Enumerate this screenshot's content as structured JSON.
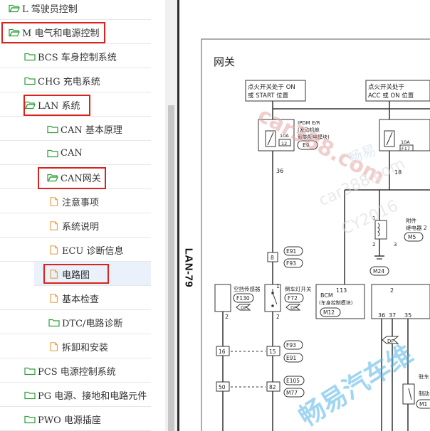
{
  "tree": {
    "items": [
      {
        "label": "L 驾驶员控制"
      },
      {
        "label": "M 电气和电源控制"
      },
      {
        "label": "BCS 车身控制系统"
      },
      {
        "label": "CHG 充电系统"
      },
      {
        "label": "LAN 系统"
      },
      {
        "label": "CAN 基本原理"
      },
      {
        "label": "CAN"
      },
      {
        "label": "CAN网关"
      },
      {
        "label": "注意事项"
      },
      {
        "label": "系统说明"
      },
      {
        "label": "ECU 诊断信息"
      },
      {
        "label": "电路图"
      },
      {
        "label": "基本检查"
      },
      {
        "label": "DTC/电路诊断"
      },
      {
        "label": "拆卸和安装"
      },
      {
        "label": "PCS 电源控制系统"
      },
      {
        "label": "PG 电源、接地和电路元件"
      },
      {
        "label": "PWO 电源插座"
      }
    ],
    "colors": {
      "folder": "#2e9e3a",
      "doc": "#e8a24a",
      "highlight": "#d9231d",
      "selected": "#eaf1fb"
    }
  },
  "page": {
    "page_number": "LAN-79",
    "title": "网关",
    "ign_box": [
      "点火开关处于 ON",
      "或 START 位置"
    ],
    "acc_box": [
      "点火开关处于",
      "ACC 或 ON 位置"
    ],
    "ipdm": {
      "lines": [
        "IPDM E/R",
        "(发动机舱",
        "智能配电模块)"
      ],
      "fuse": [
        "10A",
        "12"
      ],
      "conn": "E9",
      "pin": "36"
    },
    "fuse2": {
      "fuse": [
        "10A",
        "F17"
      ],
      "pin": "18"
    },
    "relay": {
      "lines": [
        "附件",
        "继电器 2"
      ],
      "conn": "M5",
      "pins": [
        "1",
        "2",
        "3"
      ],
      "conn2": "M24"
    },
    "bcm": {
      "pin": "113",
      "lines": [
        "BCM",
        "(车身控制模块)"
      ],
      "conn": "M12"
    },
    "unit": {
      "pin": "2",
      "pins": [
        "36",
        "37",
        "35"
      ],
      "df": "DF"
    },
    "conn_a": {
      "pin": "8",
      "top": "E91",
      "bottom": "F93"
    },
    "sensor": {
      "lines": [
        "空挡传感器"
      ],
      "conn": "F130",
      "df": "DF",
      "pin": "2"
    },
    "switch": {
      "lines": [
        "倒车灯开关"
      ],
      "conn": "F72",
      "df": "DF",
      "pins": [
        "1",
        "2"
      ]
    },
    "conn_b": {
      "left": "16",
      "right": "15",
      "top": "F93",
      "bottom": "E91"
    },
    "conn_c": {
      "left": "50",
      "right": "82",
      "top": "E105",
      "bottom": "M77"
    },
    "brake": {
      "lines": [
        "驻车",
        "制动"
      ],
      "conn": "M1"
    },
    "watermarks": [
      "car388.com",
      "畅易",
      "car388.com",
      "CY2016",
      "畅易汽车维"
    ]
  }
}
